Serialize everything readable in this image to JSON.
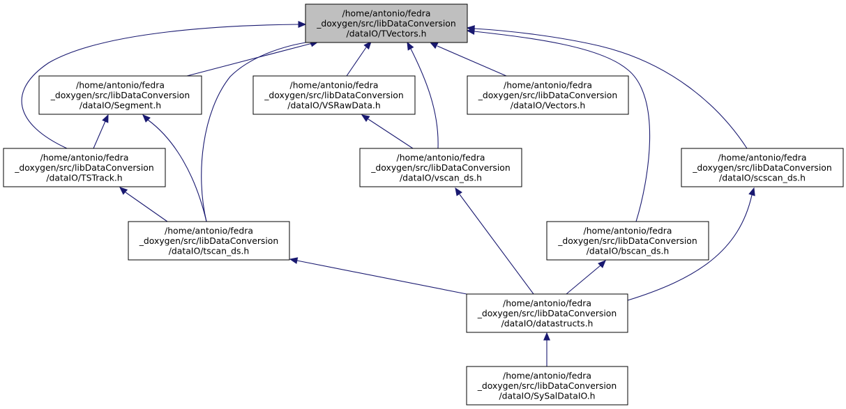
{
  "graph": {
    "title": "",
    "highlight_color": "#bfbfbf",
    "node_color": "#ffffff",
    "edge_color": "#191970",
    "nodes": [
      {
        "id": "tvectors",
        "highlighted": true,
        "lines": [
          "/home/antonio/fedra",
          "_doxygen/src/libDataConversion",
          "/dataIO/TVectors.h"
        ]
      },
      {
        "id": "segment",
        "highlighted": false,
        "lines": [
          "/home/antonio/fedra",
          "_doxygen/src/libDataConversion",
          "/dataIO/Segment.h"
        ]
      },
      {
        "id": "vsrawdata",
        "highlighted": false,
        "lines": [
          "/home/antonio/fedra",
          "_doxygen/src/libDataConversion",
          "/dataIO/VSRawData.h"
        ]
      },
      {
        "id": "vectors",
        "highlighted": false,
        "lines": [
          "/home/antonio/fedra",
          "_doxygen/src/libDataConversion",
          "/dataIO/Vectors.h"
        ]
      },
      {
        "id": "tstrack",
        "highlighted": false,
        "lines": [
          "/home/antonio/fedra",
          "_doxygen/src/libDataConversion",
          "/dataIO/TSTrack.h"
        ]
      },
      {
        "id": "vscan",
        "highlighted": false,
        "lines": [
          "/home/antonio/fedra",
          "_doxygen/src/libDataConversion",
          "/dataIO/vscan_ds.h"
        ]
      },
      {
        "id": "scscan",
        "highlighted": false,
        "lines": [
          "/home/antonio/fedra",
          "_doxygen/src/libDataConversion",
          "/dataIO/scscan_ds.h"
        ]
      },
      {
        "id": "tscan",
        "highlighted": false,
        "lines": [
          "/home/antonio/fedra",
          "_doxygen/src/libDataConversion",
          "/dataIO/tscan_ds.h"
        ]
      },
      {
        "id": "bscan",
        "highlighted": false,
        "lines": [
          "/home/antonio/fedra",
          "_doxygen/src/libDataConversion",
          "/dataIO/bscan_ds.h"
        ]
      },
      {
        "id": "datastructs",
        "highlighted": false,
        "lines": [
          "/home/antonio/fedra",
          "_doxygen/src/libDataConversion",
          "/dataIO/datastructs.h"
        ]
      },
      {
        "id": "sysal",
        "highlighted": false,
        "lines": [
          "/home/antonio/fedra",
          "_doxygen/src/libDataConversion",
          "/dataIO/SySalDataIO.h"
        ]
      }
    ],
    "edges": [
      {
        "from": "segment",
        "to": "tvectors"
      },
      {
        "from": "vsrawdata",
        "to": "tvectors"
      },
      {
        "from": "vectors",
        "to": "tvectors"
      },
      {
        "from": "tstrack",
        "to": "tvectors"
      },
      {
        "from": "tscan",
        "to": "tvectors"
      },
      {
        "from": "vscan",
        "to": "tvectors"
      },
      {
        "from": "scscan",
        "to": "tvectors"
      },
      {
        "from": "bscan",
        "to": "tvectors"
      },
      {
        "from": "datastructs",
        "to": "tvectors"
      },
      {
        "from": "tstrack",
        "to": "segment"
      },
      {
        "from": "tscan",
        "to": "segment"
      },
      {
        "from": "vscan",
        "to": "vsrawdata"
      },
      {
        "from": "tscan",
        "to": "tstrack"
      },
      {
        "from": "datastructs",
        "to": "tscan"
      },
      {
        "from": "datastructs",
        "to": "vscan"
      },
      {
        "from": "datastructs",
        "to": "bscan"
      },
      {
        "from": "datastructs",
        "to": "scscan"
      },
      {
        "from": "sysal",
        "to": "datastructs"
      }
    ]
  }
}
